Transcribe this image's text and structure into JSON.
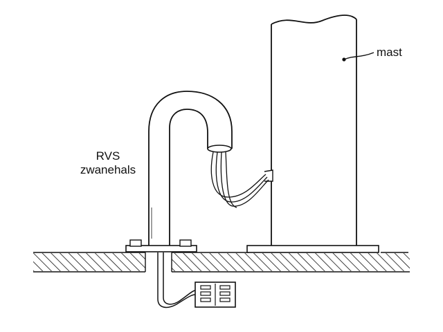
{
  "labels": {
    "mast": "mast",
    "gooseneck_line1": "RVS",
    "gooseneck_line2": "zwanehals"
  },
  "colors": {
    "ink": "#111111",
    "paper": "#ffffff"
  }
}
